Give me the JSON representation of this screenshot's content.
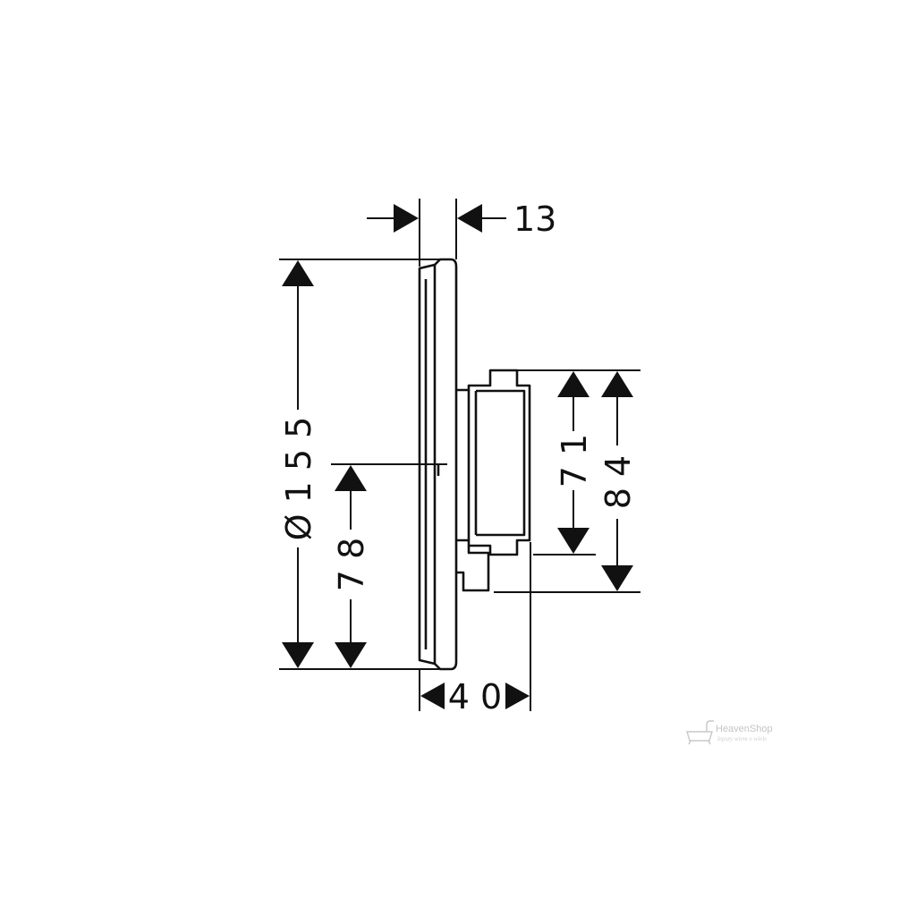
{
  "colors": {
    "line": "#111111",
    "background": "#ffffff",
    "watermark": "#c4c4c4"
  },
  "dimensions": {
    "cover_depth": "13",
    "diameter": "Ø 1 5 5",
    "center_height": "7 8",
    "module_height": "7 1",
    "module_total_height": "8 4",
    "total_depth": "4 0"
  },
  "watermark": {
    "icon": "bathtub-icon",
    "brand": "HeavenShop",
    "tagline": "lepszy wiem o wiele"
  }
}
